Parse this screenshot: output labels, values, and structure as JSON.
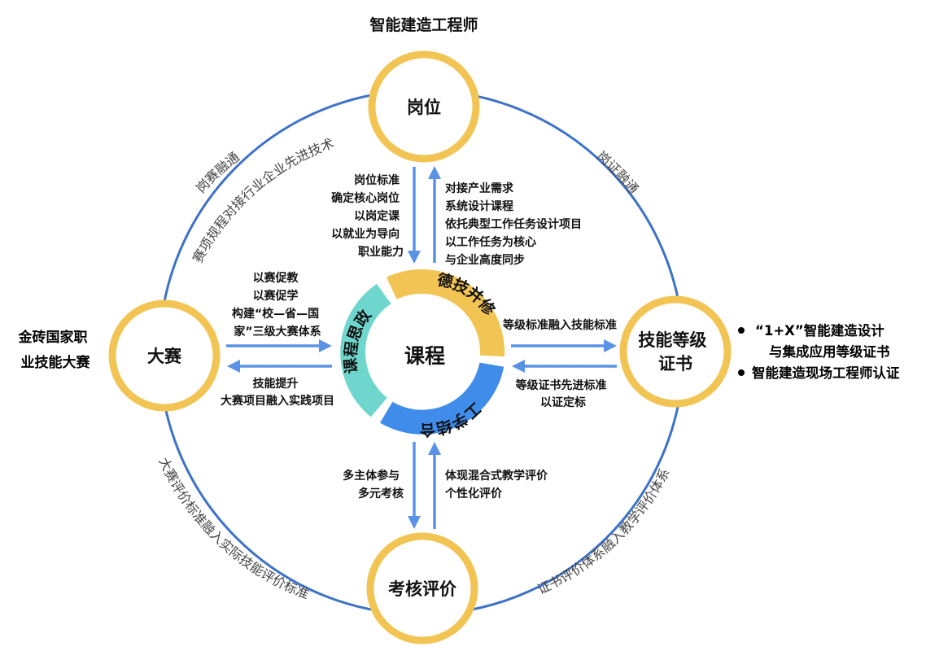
{
  "title": "智能建造工程师",
  "center": {
    "label": "课程"
  },
  "ring_segments": [
    {
      "label": "德技并修",
      "color": "#F2C453"
    },
    {
      "label": "工学结合",
      "color": "#3F8CEB"
    },
    {
      "label": "课程思政",
      "color": "#6FD6CD"
    }
  ],
  "nodes": {
    "top": "岗位",
    "left": "大赛",
    "right": [
      "技能等级",
      "证书"
    ],
    "bottom": "考核评价"
  },
  "outer_arcs": {
    "top_left_outer": "岗赛融通",
    "top_left_inner": "赛项规程对接行业企业先进技术",
    "top_right": "岗证融通",
    "bottom_left": "大赛评价标准融入实际技能评价标准",
    "bottom_right": "证书评价体系融入教学评价体系"
  },
  "notes": {
    "top_left": [
      "岗位标准",
      "确定核心岗位",
      "以岗定课",
      "以就业为导向",
      "职业能力"
    ],
    "top_right": [
      "对接产业需求",
      "系统设计课程",
      "依托典型工作任务设计项目",
      "以工作任务为核心",
      "与企业高度同步"
    ],
    "left_top": [
      "以赛促教",
      "以赛促学",
      "构建“校—省—国",
      "家”三级大赛体系"
    ],
    "left_bottom": [
      "技能提升",
      "大赛项目融入实践项目"
    ],
    "right_top": [
      "等级标准融入技能标准"
    ],
    "right_bottom": [
      "等级证书先进标准",
      "以证定标"
    ],
    "bottom_left": [
      "多主体参与",
      "多元考核"
    ],
    "bottom_right": [
      "体现混合式教学评价",
      "个性化评价"
    ]
  },
  "side_left": [
    "金砖国家职",
    "业技能大赛"
  ],
  "side_right": [
    "“1+X”智能建造设计",
    "与集成应用等级证书",
    "智能建造现场工程师认证"
  ],
  "colors": {
    "ring": "#F2C453",
    "outer_circle": "#3C72C8",
    "arrow": "#5A92E6"
  }
}
